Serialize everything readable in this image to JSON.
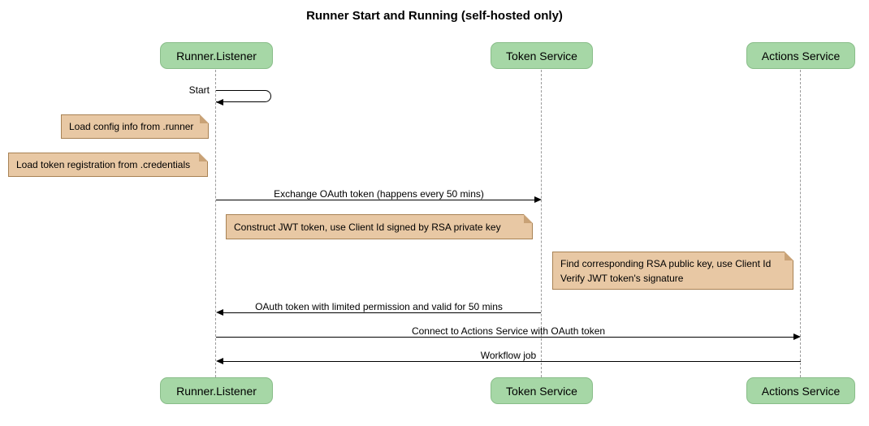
{
  "title": "Runner Start and Running (self-hosted only)",
  "participants": {
    "runner": "Runner.Listener",
    "token": "Token Service",
    "actions": "Actions Service"
  },
  "messages": {
    "start": "Start",
    "exchange": "Exchange OAuth token (happens every 50 mins)",
    "oauth_return": "OAuth token with limited permission and valid for 50 mins",
    "connect": "Connect to Actions Service with OAuth token",
    "workflow": "Workflow job"
  },
  "notes": {
    "load_config": "Load config info from .runner",
    "load_token": "Load token registration from .credentials",
    "construct_jwt": "Construct JWT token, use Client Id signed by RSA private key",
    "find_key_line1": "Find corresponding RSA public key, use Client Id",
    "find_key_line2": "Verify JWT token's signature"
  },
  "colors": {
    "participant_bg": "#a6d7a6",
    "note_bg": "#e8c8a4",
    "note_border": "#a88254",
    "lifeline": "#9a9a9a",
    "arrow": "#000000"
  }
}
